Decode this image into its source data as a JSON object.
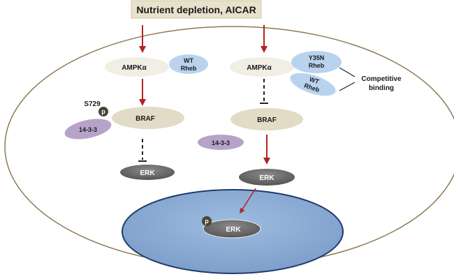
{
  "title": "Nutrient depletion, AICAR",
  "left_pathway": {
    "ampk": "AMPKα",
    "rheb": [
      "WT",
      "Rheb"
    ],
    "phospho_site": "S729",
    "phospho_mark": "p",
    "braf": "BRAF",
    "protein_1433": "14-3-3",
    "erk": "ERK"
  },
  "right_pathway": {
    "ampk": "AMPKα",
    "rheb_mutant": [
      "Y35N",
      "Rheb"
    ],
    "rheb_wt": [
      "WT",
      "Rheb"
    ],
    "annotation": [
      "Competitive",
      "binding"
    ],
    "braf": "BRAF",
    "protein_1433": "14-3-3",
    "erk": "ERK"
  },
  "nucleus": {
    "phospho_mark": "p",
    "erk": "ERK"
  },
  "colors": {
    "title_box": "#e8e1cc",
    "cell_border": "#8c7a52",
    "ampk": "#f1eee4",
    "braf": "#e2dcc6",
    "rheb": "#b9d3ee",
    "protein_1433": "#b7a3c9",
    "erk": "#6b6b6b",
    "nucleus": "#8fb0d8",
    "arrow": "#b22222",
    "phospho": "#4a4436"
  }
}
